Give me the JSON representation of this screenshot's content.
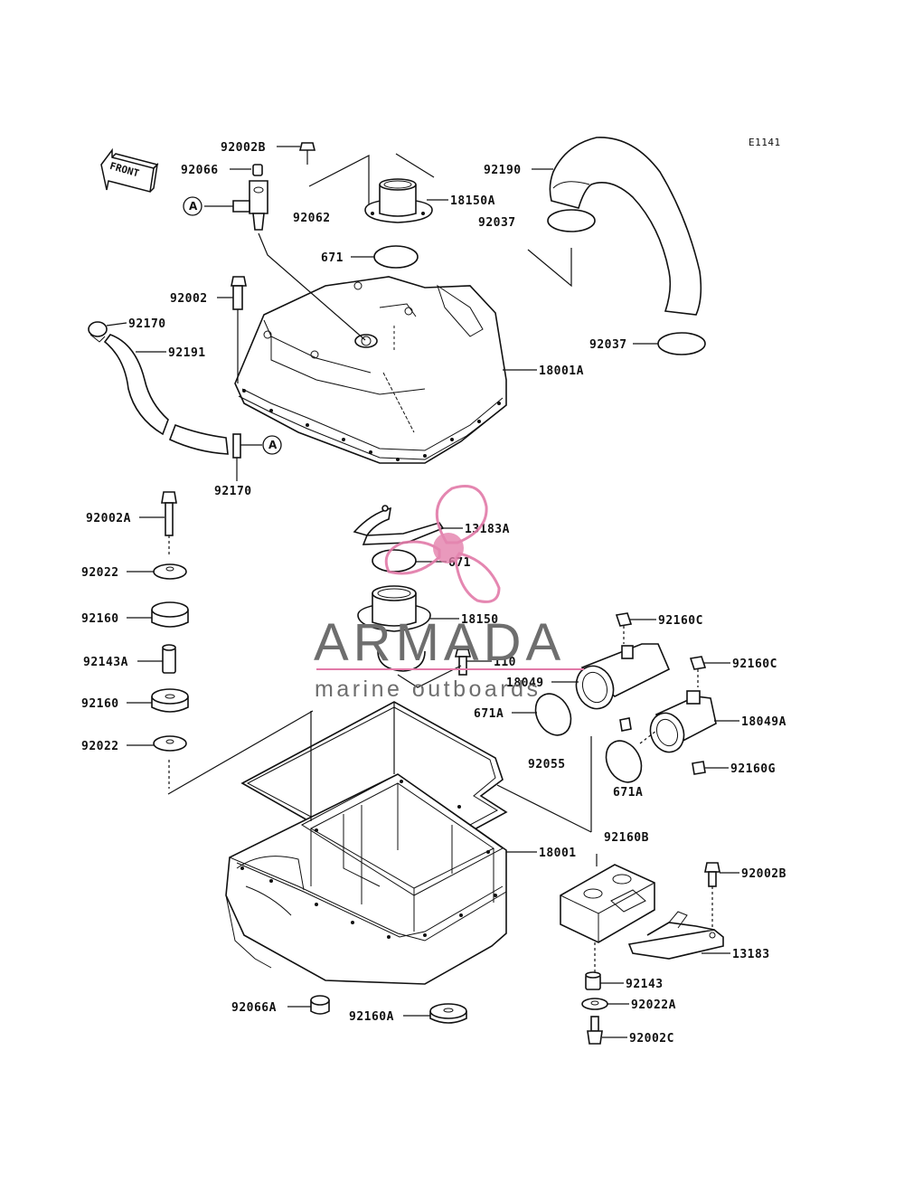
{
  "diagram_code": "E1141",
  "front_label": "FRONT",
  "ref_marker": "A",
  "watermark": {
    "brand": "ARMADA",
    "tagline": "marine outboards",
    "accent_color": "#e27aa8",
    "text_color": "#6e6e6e"
  },
  "part_labels": [
    "92002B",
    "92066",
    "92062",
    "18150A",
    "92190",
    "92037",
    "671",
    "92002",
    "92170",
    "92191",
    "18001A",
    "92037",
    "92170",
    "92002A",
    "13183A",
    "92022",
    "671",
    "92160",
    "18150",
    "92160C",
    "92143A",
    "110",
    "92160C",
    "18049",
    "92160",
    "671A",
    "18049A",
    "92022",
    "92055",
    "92160G",
    "671A",
    "18001",
    "92160B",
    "92002B",
    "13183",
    "92143",
    "92066A",
    "92160A",
    "92022A",
    "92002C"
  ]
}
